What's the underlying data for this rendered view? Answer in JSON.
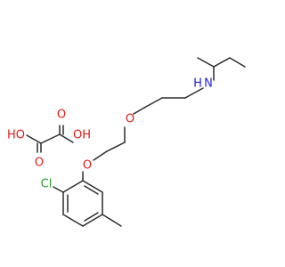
{
  "structure": {
    "salt": {
      "hydroxyl_left": "HO",
      "hydroxyl_right": "OH",
      "carbonyl_top": "O",
      "carbonyl_bottom": "O"
    },
    "amine": {
      "nitrogen": "N",
      "hydrogen": "H"
    },
    "ether_oxygen_upper": "O",
    "ether_oxygen_lower": "O",
    "chlorine": "Cl"
  },
  "colors": {
    "bond": "#2b2b2b",
    "oxygen": "#e31a1a",
    "nitrogen": "#2020e0",
    "chlorine": "#23a023"
  }
}
